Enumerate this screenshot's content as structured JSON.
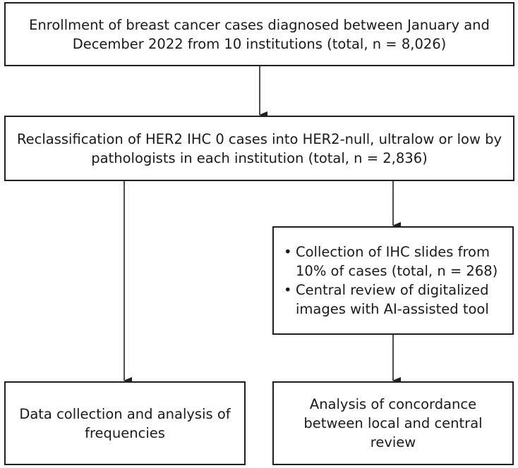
{
  "boxes": {
    "enrollment": "Enrollment of breast cancer cases diagnosed between January and December 2022 from 10 institutions (total, n = 8,026)",
    "reclassification": "Reclassification of HER2 IHC 0 cases into HER2-null, ultralow or low by pathologists in each institution (total, n = 2,836)",
    "central_review": [
      "Collection of IHC slides from 10% of cases (total, n = 268)",
      "Central review of digitalized images with AI-assisted tool"
    ],
    "data_collection": "Data collection and analysis of frequencies",
    "concordance": "Analysis of concordance between local and central review"
  },
  "colors": {
    "border": "#231f20",
    "text": "#1a1a1a"
  }
}
